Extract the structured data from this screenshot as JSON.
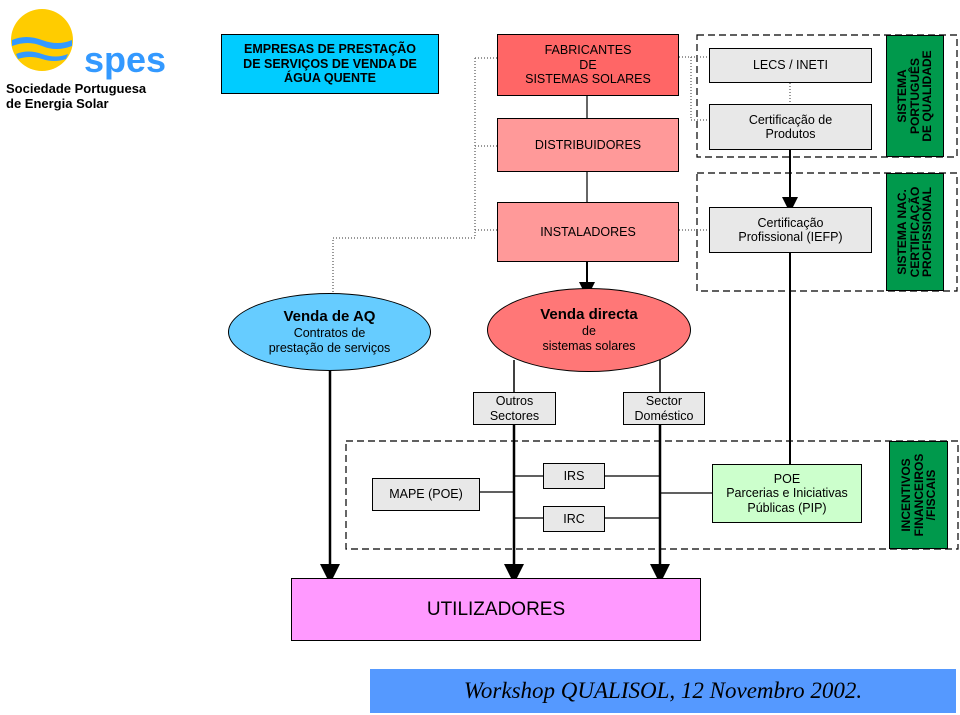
{
  "logo": {
    "brand": "spes",
    "org_line1": "Sociedade Portuguesa",
    "org_line2": "de Energia Solar"
  },
  "boxes": {
    "empresas": "EMPRESAS DE PRESTAÇÃO\nDE SERVIÇOS DE VENDA DE\nÁGUA QUENTE",
    "fabricantes": "FABRICANTES\nDE\nSISTEMAS SOLARES",
    "distribuidores": "DISTRIBUIDORES",
    "instaladores": "INSTALADORES",
    "lecs": "LECS / INETI",
    "cert_produtos": "Certificação de\nProdutos",
    "cert_profissional": "Certificação\nProfissional (IEFP)",
    "sistema_qualidade": "SISTEMA\nPORTUGUÊS\nDE QUALIDADE",
    "sistema_cert": "SISTEMA NAC.\nCERTIFICAÇÃO\nPROFISSIONAL",
    "outros_sectores": "Outros\nSectores",
    "sector_domestico": "Sector\nDoméstico",
    "mape": "MAPE (POE)",
    "irs": "IRS",
    "irc": "IRC",
    "poe": "POE\nParcerias e Iniciativas\nPúblicas (PIP)",
    "incentivos": "INCENTIVOS\nFINANCEIROS\n/FISCAIS",
    "utilizadores": "UTILIZADORES"
  },
  "ellipses": {
    "venda_aq": {
      "title": "Venda de AQ",
      "line1": "Contratos de",
      "line2": "prestação de serviços"
    },
    "venda_directa": {
      "title": "Venda directa",
      "line1": "de",
      "line2": "sistemas solares"
    }
  },
  "footer": "Workshop QUALISOL, 12 Novembro 2002.",
  "colors": {
    "blue_box": "#00ccff",
    "pink_box": "#ff6666",
    "pink_light": "#ff9999",
    "ellipse_blue": "#66ccff",
    "ellipse_pink": "#ff7777",
    "grey_box": "#e8e8e8",
    "green_box": "#00994c",
    "poe_green": "#ccffcc",
    "utilizadores": "#ff99ff",
    "footer_blue": "#5599ff",
    "sun_yellow": "#ffcc00",
    "sun_blue": "#3399ff"
  }
}
